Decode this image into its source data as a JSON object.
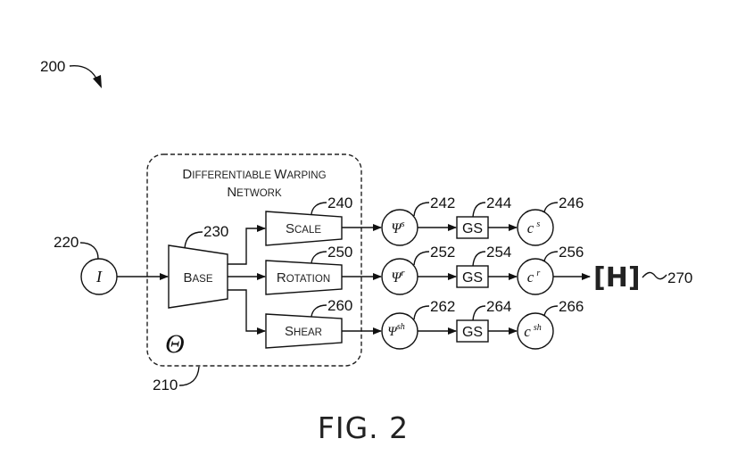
{
  "figure": {
    "label": "FIG. 2",
    "diagram_ref": "200"
  },
  "warping_network": {
    "title_line1_big": [
      "D",
      "W"
    ],
    "title_line1_small": [
      "IFFERENTIABLE ",
      "ARPING"
    ],
    "title_line2_big": "N",
    "title_line2_small": "ETWORK",
    "ref": "210",
    "param_symbol": "Θ"
  },
  "input": {
    "symbol": "I",
    "ref": "220"
  },
  "base": {
    "label_big": "B",
    "label_small": "ASE",
    "ref": "230"
  },
  "branches": [
    {
      "module_big": "S",
      "module_small": "CALE",
      "module_ref": "240",
      "psi_sup": "s",
      "psi_ref": "242",
      "gs_label": "GS",
      "gs_ref": "244",
      "c_sup": "s",
      "c_ref": "246"
    },
    {
      "module_big": "R",
      "module_small": "OTATION",
      "module_ref": "250",
      "psi_sup": "r",
      "psi_ref": "252",
      "gs_label": "GS",
      "gs_ref": "254",
      "c_sup": "r",
      "c_ref": "256"
    },
    {
      "module_big": "S",
      "module_small": "HEAR",
      "module_ref": "260",
      "psi_sup": "sh",
      "psi_ref": "262",
      "gs_label": "GS",
      "gs_ref": "264",
      "c_sup": "sh",
      "c_ref": "266"
    }
  ],
  "psi_symbol": "Ψ",
  "c_symbol": "c",
  "output": {
    "label": "[H]",
    "ref": "270"
  }
}
